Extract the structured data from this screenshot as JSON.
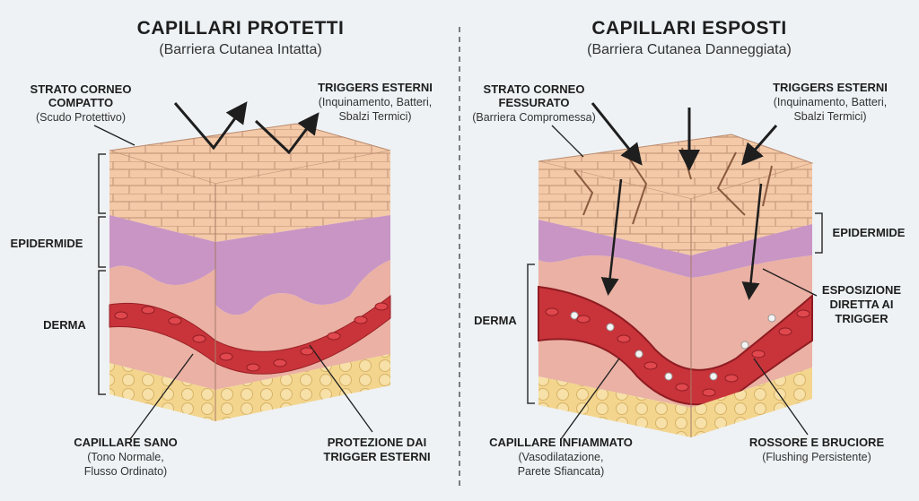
{
  "left": {
    "title": "CAPILLARI PROTETTI",
    "subtitle": "(Barriera Cutanea Intatta)",
    "stratum": {
      "l1": "STRATO CORNEO",
      "l2": "COMPATTO",
      "l3": "(Scudo Protettivo)"
    },
    "triggers": {
      "l1": "TRIGGERS ESTERNI",
      "l2": "(Inquinamento, Batteri,",
      "l3": "Sbalzi Termici)"
    },
    "epidermis": "EPIDERMIDE",
    "dermis": "DERMA",
    "capillary": {
      "l1": "CAPILLARE SANO",
      "l2": "(Tono Normale,",
      "l3": "Flusso Ordinato)"
    },
    "protection": {
      "l1": "PROTEZIONE DAI",
      "l2": "TRIGGER ESTERNI"
    }
  },
  "right": {
    "title": "CAPILLARI ESPOSTI",
    "subtitle": "(Barriera Cutanea Danneggiata)",
    "stratum": {
      "l1": "STRATO CORNEO",
      "l2": "FESSURATO",
      "l3": "(Barriera Compromessa)"
    },
    "triggers": {
      "l1": "TRIGGERS ESTERNI",
      "l2": "(Inquinamento, Batteri,",
      "l3": "Sbalzi Termici)"
    },
    "epidermis": "EPIDERMIDE",
    "dermis": "DERMA",
    "exposure": {
      "l1": "ESPOSIZIONE",
      "l2": "DIRETTA AI",
      "l3": "TRIGGER"
    },
    "capillary": {
      "l1": "CAPILLARE INFIAMMATO",
      "l2": "(Vasodilatazione,",
      "l3": "Parete Sfiancata)"
    },
    "redness": {
      "l1": "ROSSORE E BRUCIORE",
      "l2": "(Flushing Persistente)"
    }
  },
  "colors": {
    "skin": "#f2c4a4",
    "epidermis": "#c995c4",
    "dermis": "#eab1a4",
    "vessel": "#c8343a",
    "fat": "#f0d48a"
  }
}
